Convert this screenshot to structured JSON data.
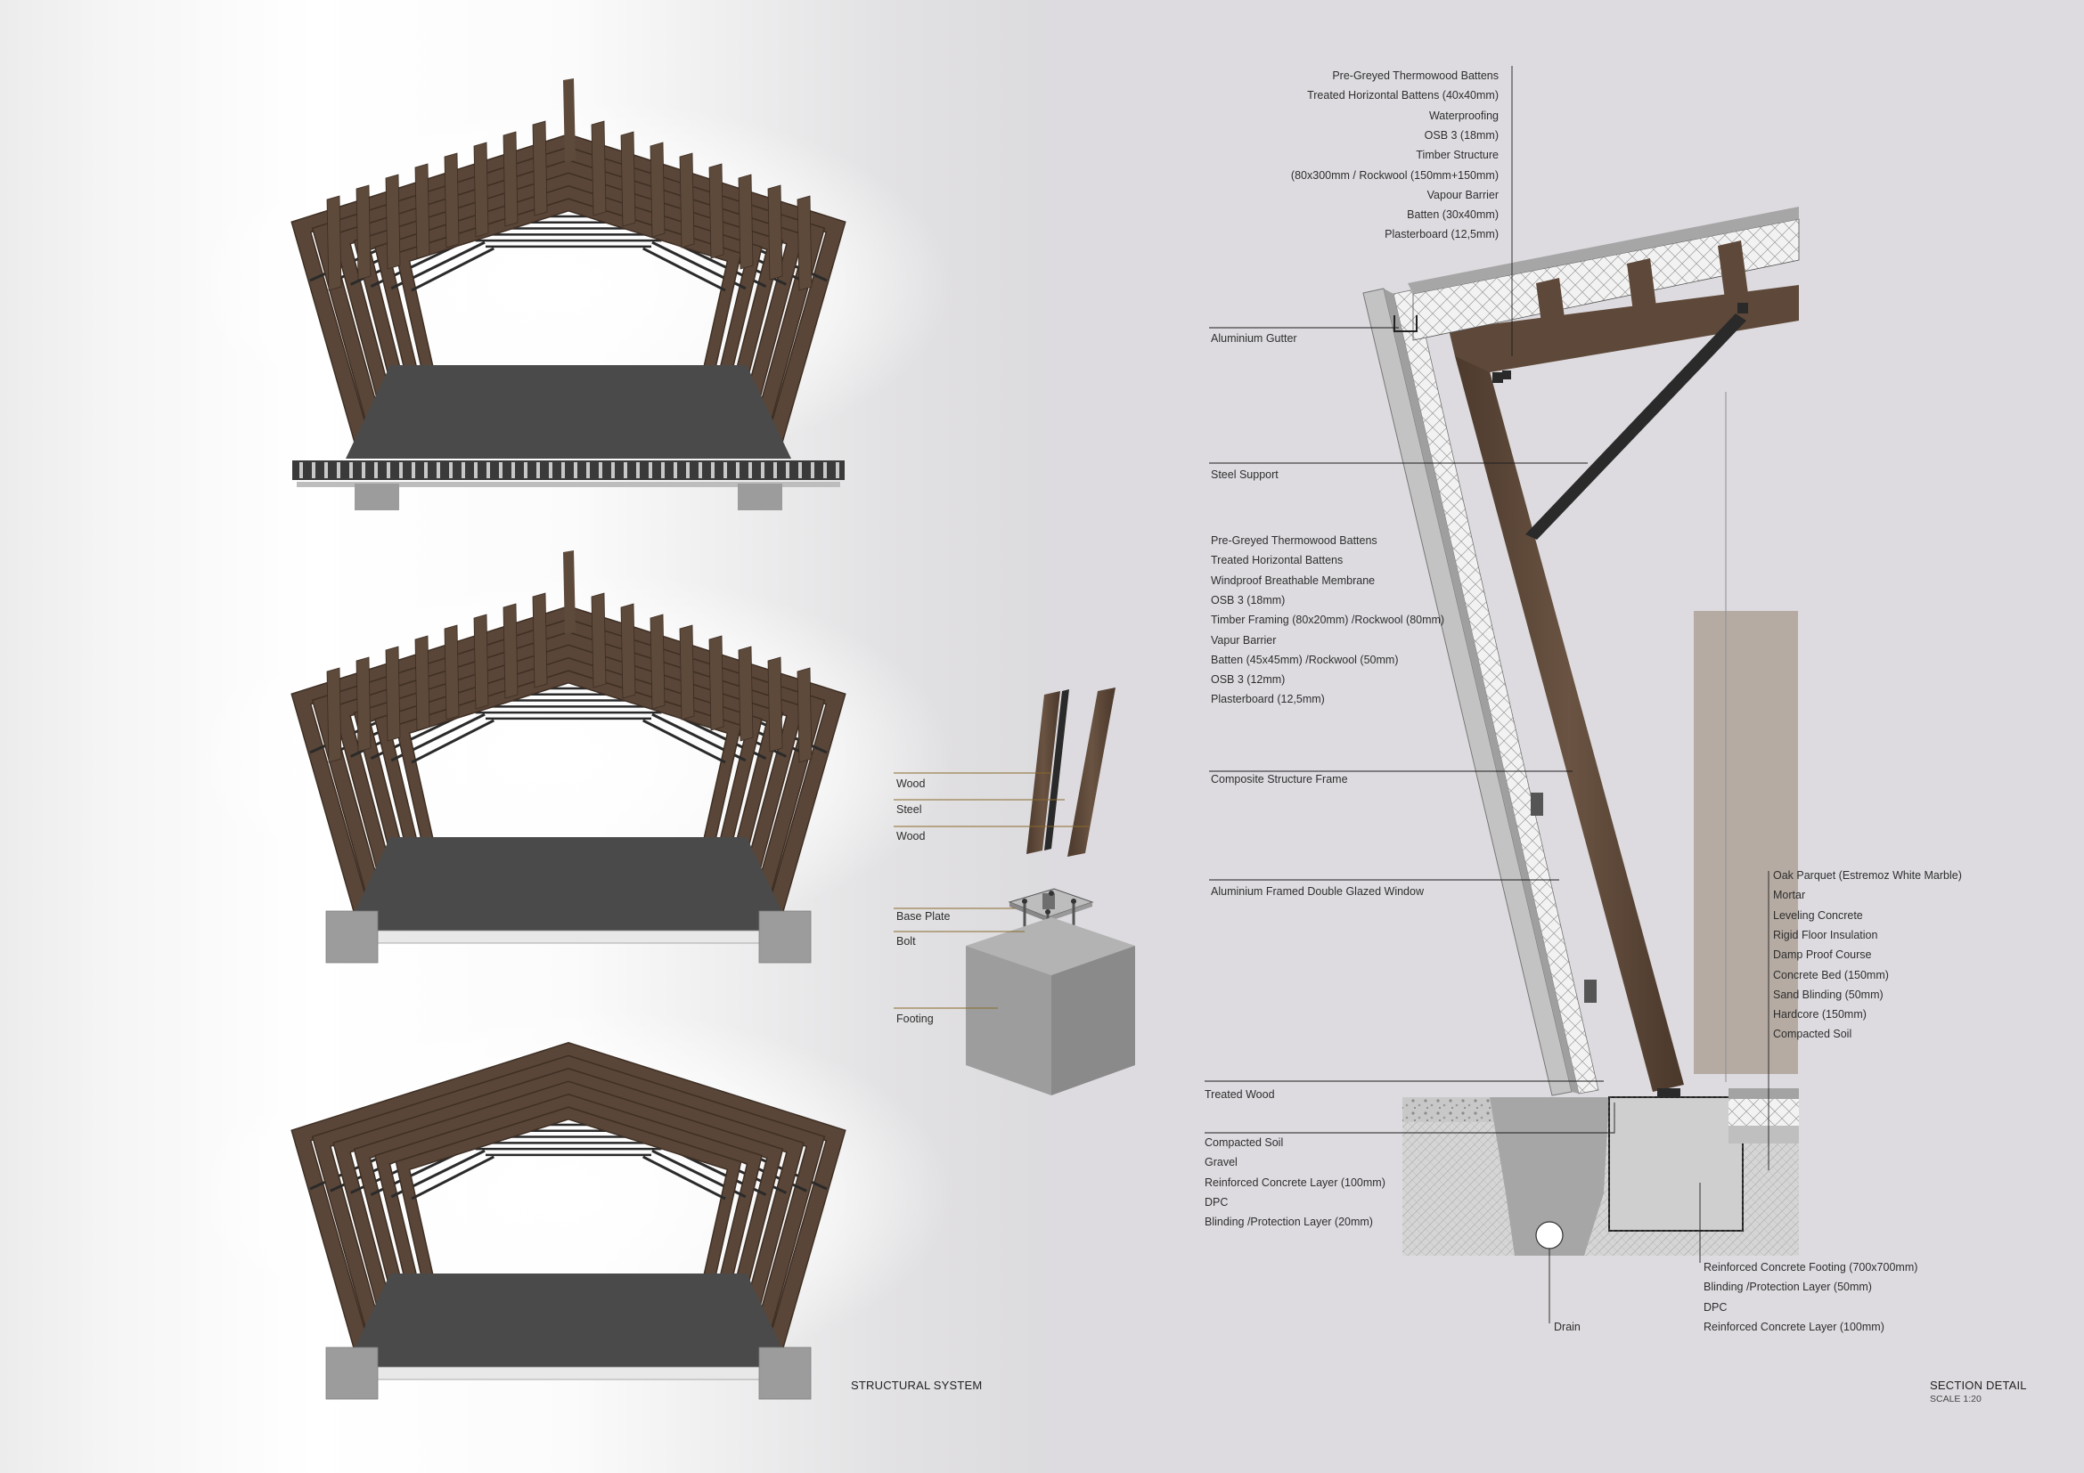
{
  "titles": {
    "structural": "STRUCTURAL SYSTEM",
    "section": "SECTION DETAIL",
    "scale": "SCALE 1:20"
  },
  "joint_labels": [
    "Wood",
    "Steel",
    "Wood",
    "Base Plate",
    "Bolt",
    "Footing"
  ],
  "roof_layers": [
    "Pre-Greyed Thermowood Battens",
    "Treated Horizontal Battens (40x40mm)",
    "Waterproofing",
    "OSB 3 (18mm)",
    "Timber Structure",
    "(80x300mm / Rockwool (150mm+150mm)",
    "Vapour Barrier",
    "Batten (30x40mm)",
    "Plasterboard (12,5mm)"
  ],
  "gutter": "Aluminium Gutter",
  "steel_support": "Steel Support",
  "wall_layers": [
    "Pre-Greyed Thermowood Battens",
    "Treated Horizontal Battens",
    "Windproof Breathable Membrane",
    "OSB 3 (18mm)",
    "Timber Framing (80x20mm) /Rockwool (80mm)",
    "Vapur Barrier",
    "Batten (45x45mm) /Rockwool (50mm)",
    "OSB 3 (12mm)",
    "Plasterboard (12,5mm)"
  ],
  "composite_frame": "Composite Structure Frame",
  "window": "Aluminium Framed Double Glazed Window",
  "floor_layers": [
    "Oak Parquet (Estremoz White Marble)",
    "Mortar",
    "Leveling Concrete",
    "Rigid Floor Insulation",
    "Damp Proof Course",
    "Concrete Bed (150mm)",
    "Sand Blinding (50mm)",
    "Hardcore (150mm)",
    "Compacted Soil"
  ],
  "treated_wood": "Treated Wood",
  "ground_layers": [
    "Compacted Soil",
    "Gravel",
    "Reinforced Concrete Layer (100mm)",
    "DPC",
    "Blinding /Protection Layer (20mm)"
  ],
  "footing_layers": [
    "Reinforced Concrete Footing (700x700mm)",
    "Blinding /Protection Layer (50mm)",
    "DPC",
    "Reinforced Concrete Layer (100mm)"
  ],
  "drain": "Drain",
  "colors": {
    "timber": "#5a4638",
    "timber_dark": "#3e2f24",
    "steel": "#2a2a2a",
    "deck": "#4a4a4a",
    "concrete": "#9c9c9c",
    "line": "#1e1e1e"
  }
}
